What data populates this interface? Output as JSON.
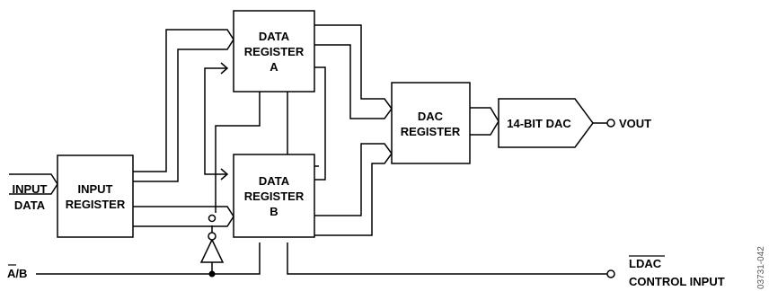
{
  "blocks": {
    "input_register": [
      "INPUT",
      "REGISTER"
    ],
    "data_register_a": [
      "DATA",
      "REGISTER",
      "A"
    ],
    "data_register_b": [
      "DATA",
      "REGISTER",
      "B"
    ],
    "dac_register": [
      "DAC",
      "REGISTER"
    ],
    "dac": "14-BIT DAC"
  },
  "signals": {
    "input_data": [
      "INPUT",
      "DATA"
    ],
    "ab_select": "A/B",
    "vout": "VOUT",
    "ldac": [
      "LDAC",
      "CONTROL INPUT"
    ]
  },
  "figure_code": "03731-042"
}
